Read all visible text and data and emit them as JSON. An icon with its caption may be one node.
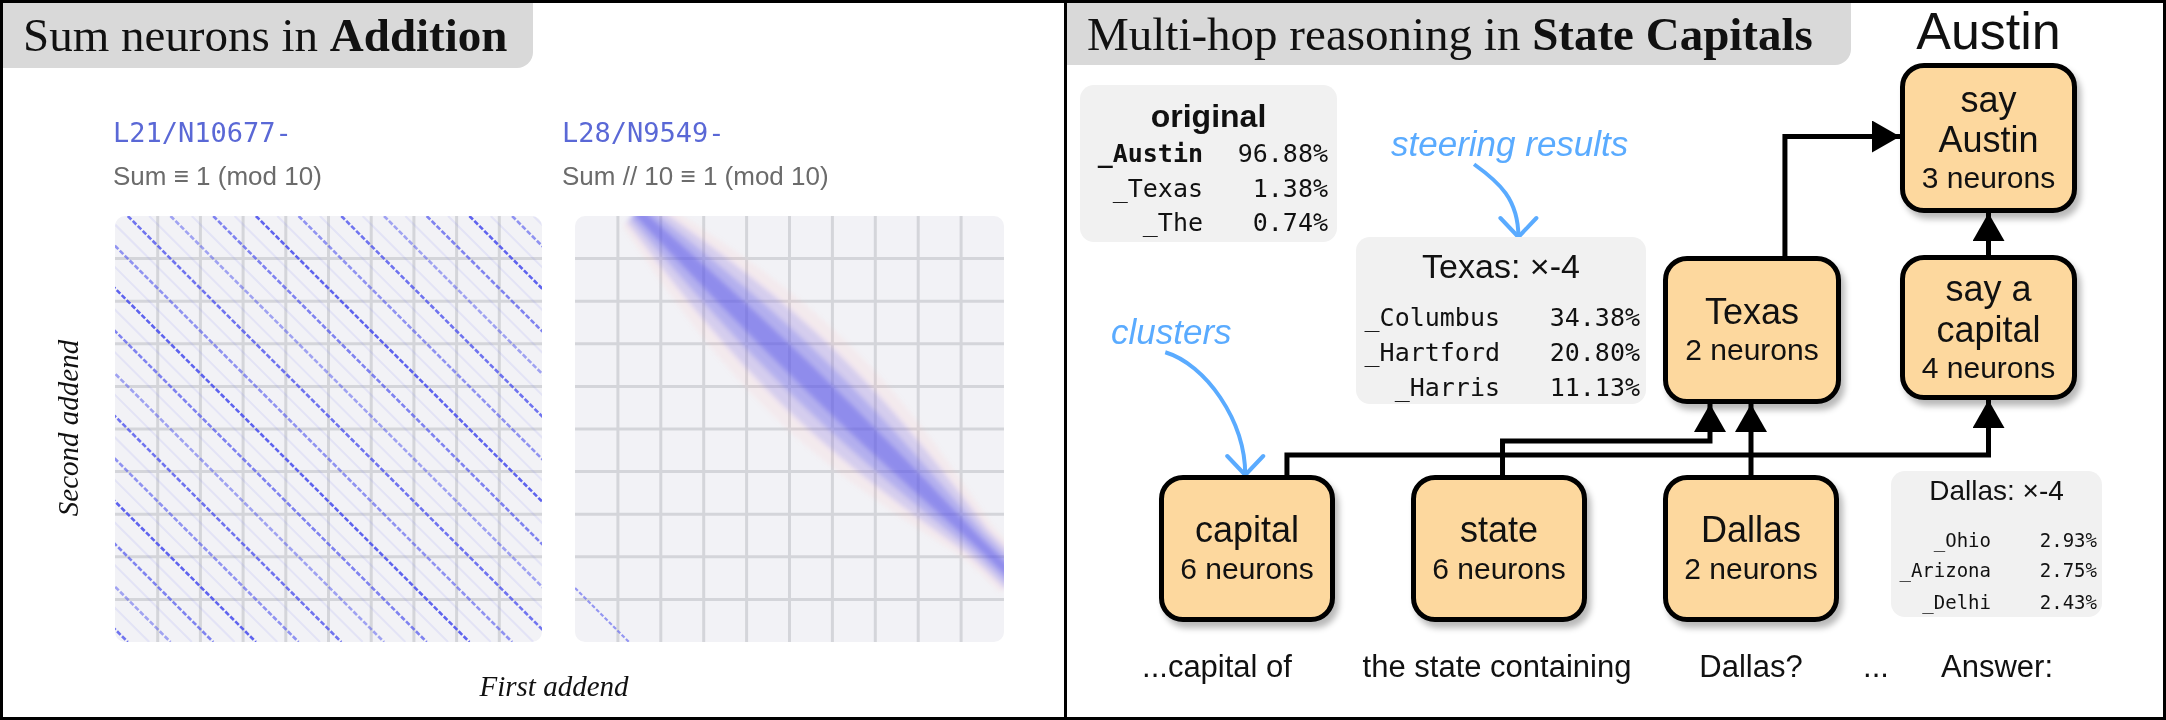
{
  "diagram": {
    "nodes": [
      {
        "text": [
          "Sum neurons in **Addition**"
        ]
      },
      {
        "text": [
          "Multi-hop reasoning in **State Capitals**"
        ]
      },
      {
        "text": [
          "original",
          "_Austin",
          "96.88%",
          "_Texas",
          "1.38%",
          "_The",
          "0.74%"
        ],
        "in": 1
      },
      {
        "text": [
          "steering results"
        ],
        "in": 1
      },
      {
        "text": [
          "say Austin",
          "3 neurons"
        ],
        "beside": [
          "Austin"
        ],
        "in": 1
      },
      {
        "text": [
          "Texas: ×-4",
          "_Columbus",
          "34.38%",
          "_Hartford",
          "20.80%",
          "_Harris",
          "11.13%"
        ],
        "in": 1
      },
      {
        "text": [
          "clusters"
        ],
        "in": 1
      },
      {
        "text": [
          "Texas",
          "2 neurons"
        ],
        "in": 1
      },
      {
        "text": [
          "say a capital",
          "4 neurons"
        ],
        "in": 1
      },
      {
        "text": [
          "capital",
          "6 neurons"
        ],
        "in": 1
      },
      {
        "text": [
          "state",
          "6 neurons"
        ],
        "in": 1
      },
      {
        "text": [
          "Dallas",
          "2 neurons"
        ],
        "in": 1
      },
      {
        "text": [
          "Dallas: ×-4",
          "_Ohio",
          "2.93%",
          "_Arizona",
          "2.75%",
          "_Delhi",
          "2.43%"
        ],
        "in": 1
      }
    ],
    "edges": [
      {
        "from": 3,
        "to": 5,
        "arrow": "to",
        "color": "#5aabff"
      },
      {
        "from": 7,
        "to": 4,
        "arrow": "to"
      },
      {
        "from": 8,
        "to": 4,
        "arrow": "to"
      },
      {
        "from": 6,
        "to": 9,
        "arrow": "to",
        "color": "#5aabff"
      },
      {
        "from": 9,
        "to": 8,
        "arrow": "to"
      },
      {
        "from": 10,
        "to": 7,
        "arrow": "to"
      },
      {
        "from": 11,
        "to": 7,
        "arrow": "to"
      }
    ],
    "labels": [
      "L21/N10677-",
      "Sum ≡ 1 (mod 10)",
      "L28/N9549-",
      "Sum // 10 ≡ 1 (mod 10)",
      "Second addend",
      "First addend",
      "...capital of",
      "the state containing",
      "Dallas?",
      "...",
      "Answer:"
    ]
  }
}
